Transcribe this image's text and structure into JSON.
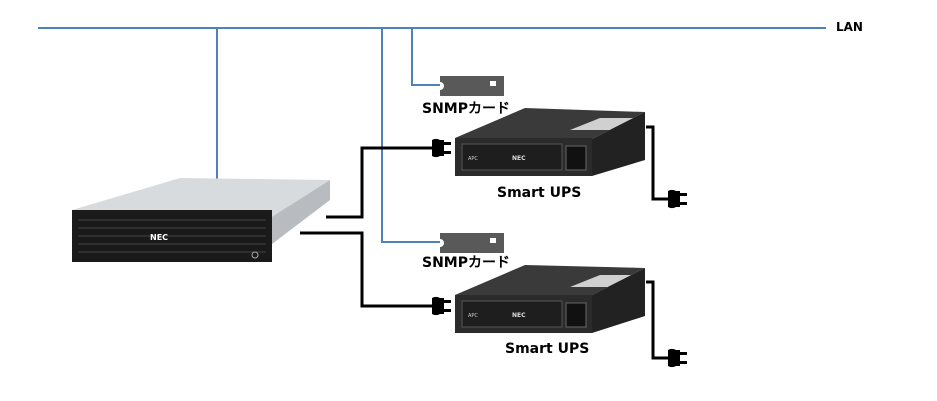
{
  "diagram": {
    "lan_label": "LAN",
    "server": {
      "brand": "NEC",
      "name": "NEC server"
    },
    "ups_units": [
      {
        "label": "Smart UPS",
        "card_label": "SNMPカード",
        "front_brand": "APC",
        "front_logo": "NEC"
      },
      {
        "label": "Smart UPS",
        "card_label": "SNMPカード",
        "front_brand": "APC",
        "front_logo": "NEC"
      }
    ],
    "colors": {
      "lan_line": "#4f81bd",
      "power_line": "#000000",
      "card": "#595959",
      "ups_body": "#2b2b2b",
      "server_front": "#1a1a1a"
    }
  }
}
